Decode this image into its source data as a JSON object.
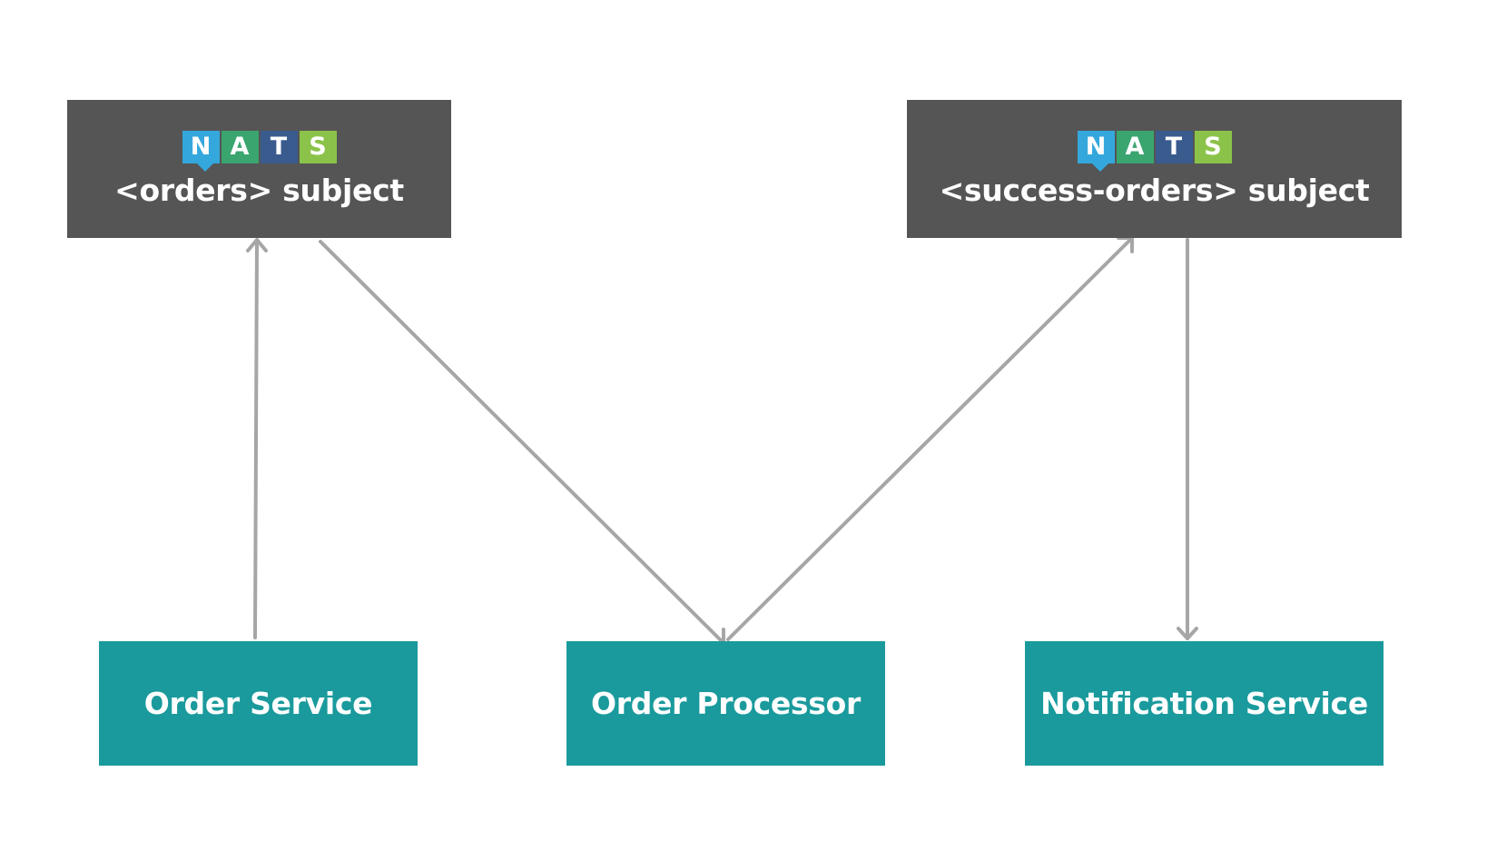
{
  "nats_logo": {
    "letters": [
      "N",
      "A",
      "T",
      "S"
    ],
    "colors": [
      "#34a8dc",
      "#3aa56f",
      "#395b8e",
      "#8bc34a"
    ]
  },
  "subjects": {
    "orders": {
      "label": "<orders> subject"
    },
    "success_orders": {
      "label": "<success-orders> subject"
    }
  },
  "services": {
    "order_service": {
      "label": "Order Service"
    },
    "order_processor": {
      "label": "Order Processor"
    },
    "notification_service": {
      "label": "Notification Service"
    }
  },
  "edges": [
    {
      "from": "order_service",
      "to": "orders"
    },
    {
      "from": "orders",
      "to": "order_processor"
    },
    {
      "from": "order_processor",
      "to": "success_orders"
    },
    {
      "from": "success_orders",
      "to": "notification_service"
    }
  ],
  "colors": {
    "subject_bg": "#555555",
    "service_bg": "#1a9a9c",
    "arrow": "#a6a6a6",
    "text": "#ffffff"
  }
}
